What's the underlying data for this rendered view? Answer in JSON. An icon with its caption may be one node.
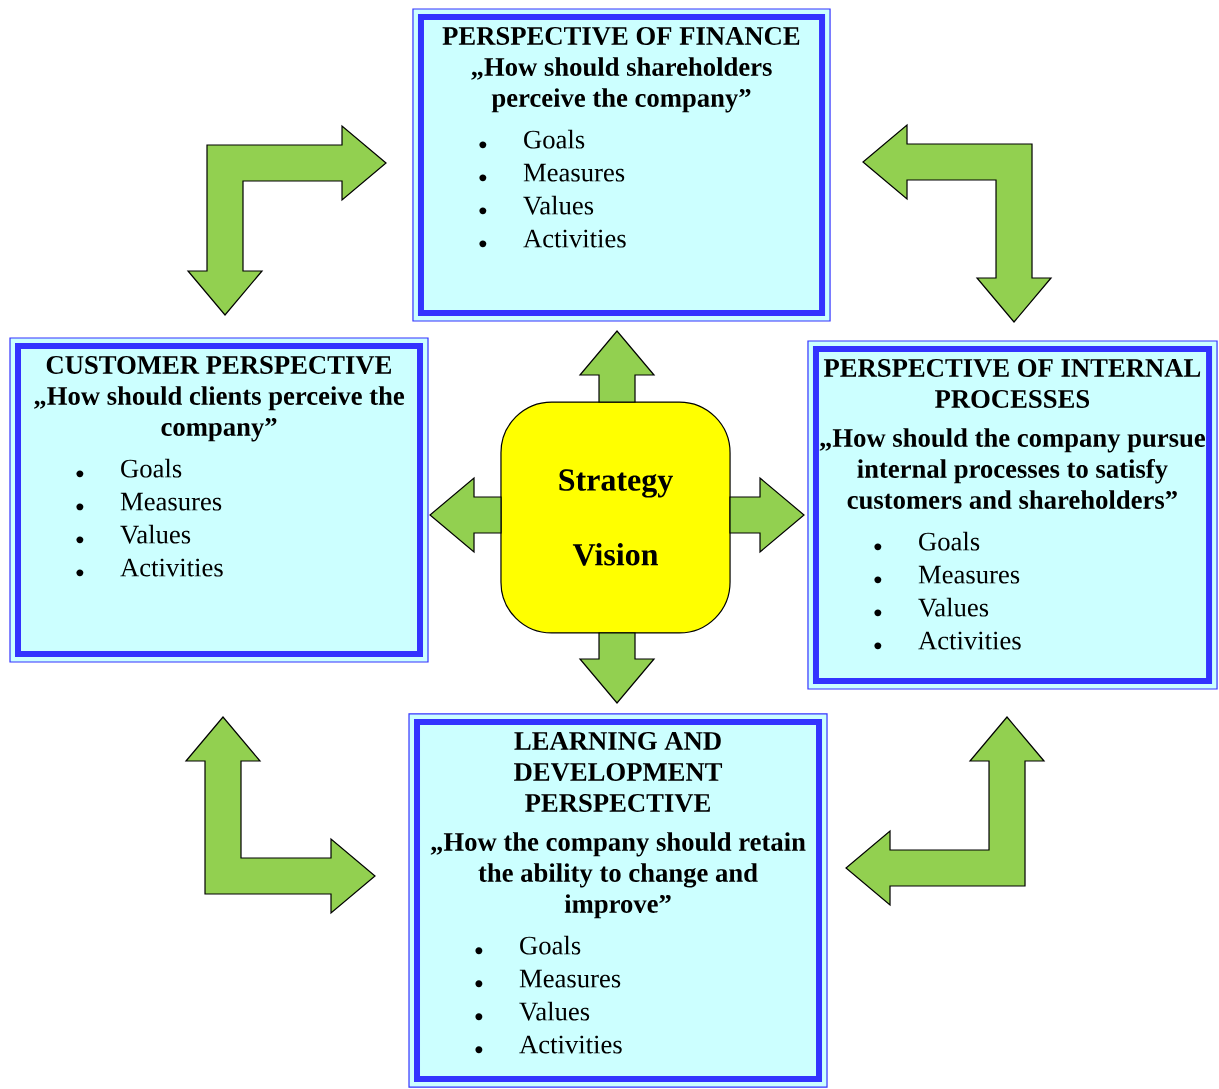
{
  "diagram": {
    "nodes": [
      {
        "text": [
          "PERSPECTIVE OF FINANCE",
          "„How should shareholders perceive the company”",
          "Goals",
          "Measures",
          "Values",
          "Activities"
        ]
      },
      {
        "text": [
          "CUSTOMER PERSPECTIVE",
          "„How should clients perceive the company”",
          "Goals",
          "Measures",
          "Values",
          "Activities"
        ]
      },
      {
        "text": [
          "Strategy",
          "Vision"
        ]
      },
      {
        "text": [
          "PERSPECTIVE OF INTERNAL PROCESSES",
          "„How should the company pursue internal processes to satisfy customers and shareholders”",
          "Goals",
          "Measures",
          "Values",
          "Activities"
        ]
      },
      {
        "text": [
          "LEARNING AND DEVELOPMENT PERSPECTIVE",
          "„How the company should retain the ability to change and improve”",
          "Goals",
          "Measures",
          "Values",
          "Activities"
        ]
      }
    ],
    "edges": [
      {
        "from": 0,
        "to": 1,
        "arrow": "both"
      },
      {
        "from": 0,
        "to": 3,
        "arrow": "both"
      },
      {
        "from": 1,
        "to": 4,
        "arrow": "both"
      },
      {
        "from": 3,
        "to": 4,
        "arrow": "both"
      },
      {
        "from": 2,
        "to": 0,
        "arrow": "to"
      },
      {
        "from": 2,
        "to": 1,
        "arrow": "to"
      },
      {
        "from": 2,
        "to": 3,
        "arrow": "to"
      },
      {
        "from": 2,
        "to": 4,
        "arrow": "to"
      }
    ]
  }
}
